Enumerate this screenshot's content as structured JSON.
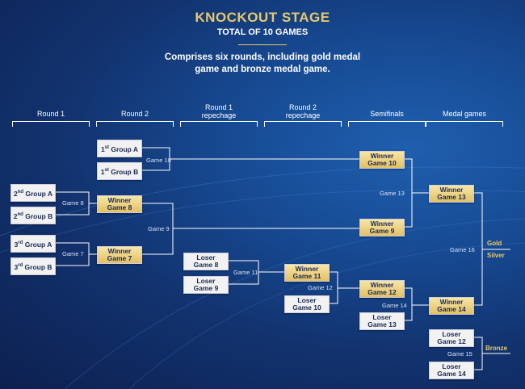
{
  "header": {
    "title": "KNOCKOUT STAGE",
    "subtitle": "TOTAL OF 10 GAMES",
    "description_line1": "Comprises six rounds, including gold medal",
    "description_line2": "game and bronze medal game."
  },
  "rounds": {
    "r1": "Round 1",
    "r2": "Round 2",
    "rep1_line1": "Round 1",
    "rep1_line2": "repechage",
    "rep2_line1": "Round 2",
    "rep2_line2": "repechage",
    "semi": "Semifinals",
    "medal": "Medal games"
  },
  "boxes": {
    "g2a_ord": "2",
    "g2a_suf": "nd",
    "g2a_txt": " Group A",
    "g2b_ord": "2",
    "g2b_suf": "nd",
    "g2b_txt": " Group B",
    "g3a_ord": "3",
    "g3a_suf": "rd",
    "g3a_txt": " Group A",
    "g3b_ord": "3",
    "g3b_suf": "rd",
    "g3b_txt": " Group B",
    "g1a_ord": "1",
    "g1a_suf": "st",
    "g1a_txt": " Group A",
    "g1b_ord": "1",
    "g1b_suf": "st",
    "g1b_txt": " Group B",
    "w8_1": "Winner",
    "w8_2": "Game 8",
    "w7_1": "Winner",
    "w7_2": "Game 7",
    "l8_1": "Loser",
    "l8_2": "Game 8",
    "l9_1": "Loser",
    "l9_2": "Game 9",
    "w11_1": "Winner",
    "w11_2": "Game 11",
    "l10_1": "Loser",
    "l10_2": "Game 10",
    "w10_1": "Winner",
    "w10_2": "Game 10",
    "w9_1": "Winner",
    "w9_2": "Game 9",
    "w12_1": "Winner",
    "w12_2": "Game 12",
    "l13_1": "Loser",
    "l13_2": "Game 13",
    "w13_1": "Winner",
    "w13_2": "Game 13",
    "w14_1": "Winner",
    "w14_2": "Game 14",
    "l12_1": "Loser",
    "l12_2": "Game 12",
    "l14_1": "Loser",
    "l14_2": "Game 14"
  },
  "games": {
    "g8": "Game 8",
    "g7": "Game 7",
    "g9": "Game 9",
    "g10": "Game 10",
    "g11": "Game 11",
    "g12": "Game 12",
    "g13": "Game 13",
    "g14": "Game 14",
    "g15": "Game 15",
    "g16": "Game 16"
  },
  "medals": {
    "gold": "Gold",
    "silver": "Silver",
    "bronze": "Bronze"
  },
  "colors": {
    "gold": "#e8c96a",
    "box": "#f2f2f2",
    "text": "#1b2a55"
  }
}
